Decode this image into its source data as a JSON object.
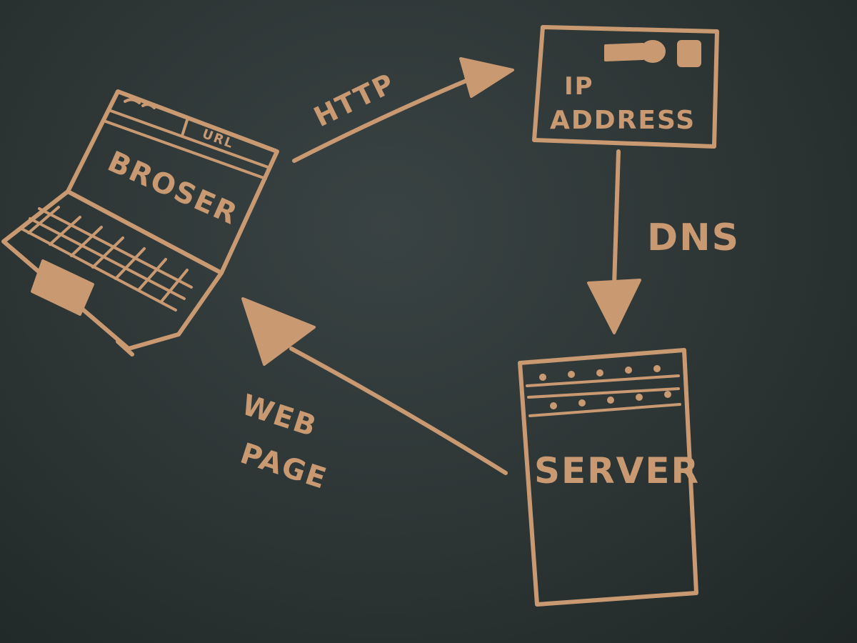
{
  "nodes": {
    "browser": {
      "label": "BROSER",
      "small_text": "URL"
    },
    "ip_address": {
      "line1": "IP",
      "line2": "ADDRESS"
    },
    "server": {
      "label": "SERVER"
    }
  },
  "edges": {
    "http": {
      "label": "HTTP"
    },
    "dns": {
      "label": "DNS"
    },
    "web_page": {
      "line1": "WEB",
      "line2": "PAGE"
    }
  },
  "colors": {
    "ink": "#c99a72",
    "background": "#2a3232"
  }
}
